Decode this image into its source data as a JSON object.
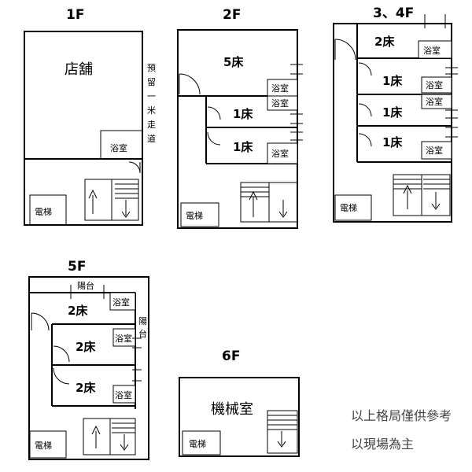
{
  "floors": {
    "f1": {
      "label": "1F",
      "shop": "店舖",
      "bath": "浴室",
      "elevator": "電梯",
      "reserve": [
        "預",
        "留",
        "一",
        "米",
        "走",
        "道"
      ]
    },
    "f2": {
      "label": "2F",
      "room1": "5床",
      "room2": "1床",
      "room3": "1床",
      "bath": "浴室",
      "elevator": "電梯"
    },
    "f34": {
      "label": "3、4F",
      "room1": "2床",
      "room2": "1床",
      "room3": "1床",
      "room4": "1床",
      "bath": "浴室",
      "elevator": "電梯"
    },
    "f5": {
      "label": "5F",
      "balcony_top": "陽台",
      "balcony_side": [
        "陽",
        "台"
      ],
      "room1": "2床",
      "room2": "2床",
      "room3": "2床",
      "bath": "浴室",
      "elevator": "電梯"
    },
    "f6": {
      "label": "6F",
      "machine_room": "機械室",
      "elevator": "電梯"
    }
  },
  "note": {
    "line1": "以上格局僅供參考",
    "line2": "以現場為主"
  }
}
